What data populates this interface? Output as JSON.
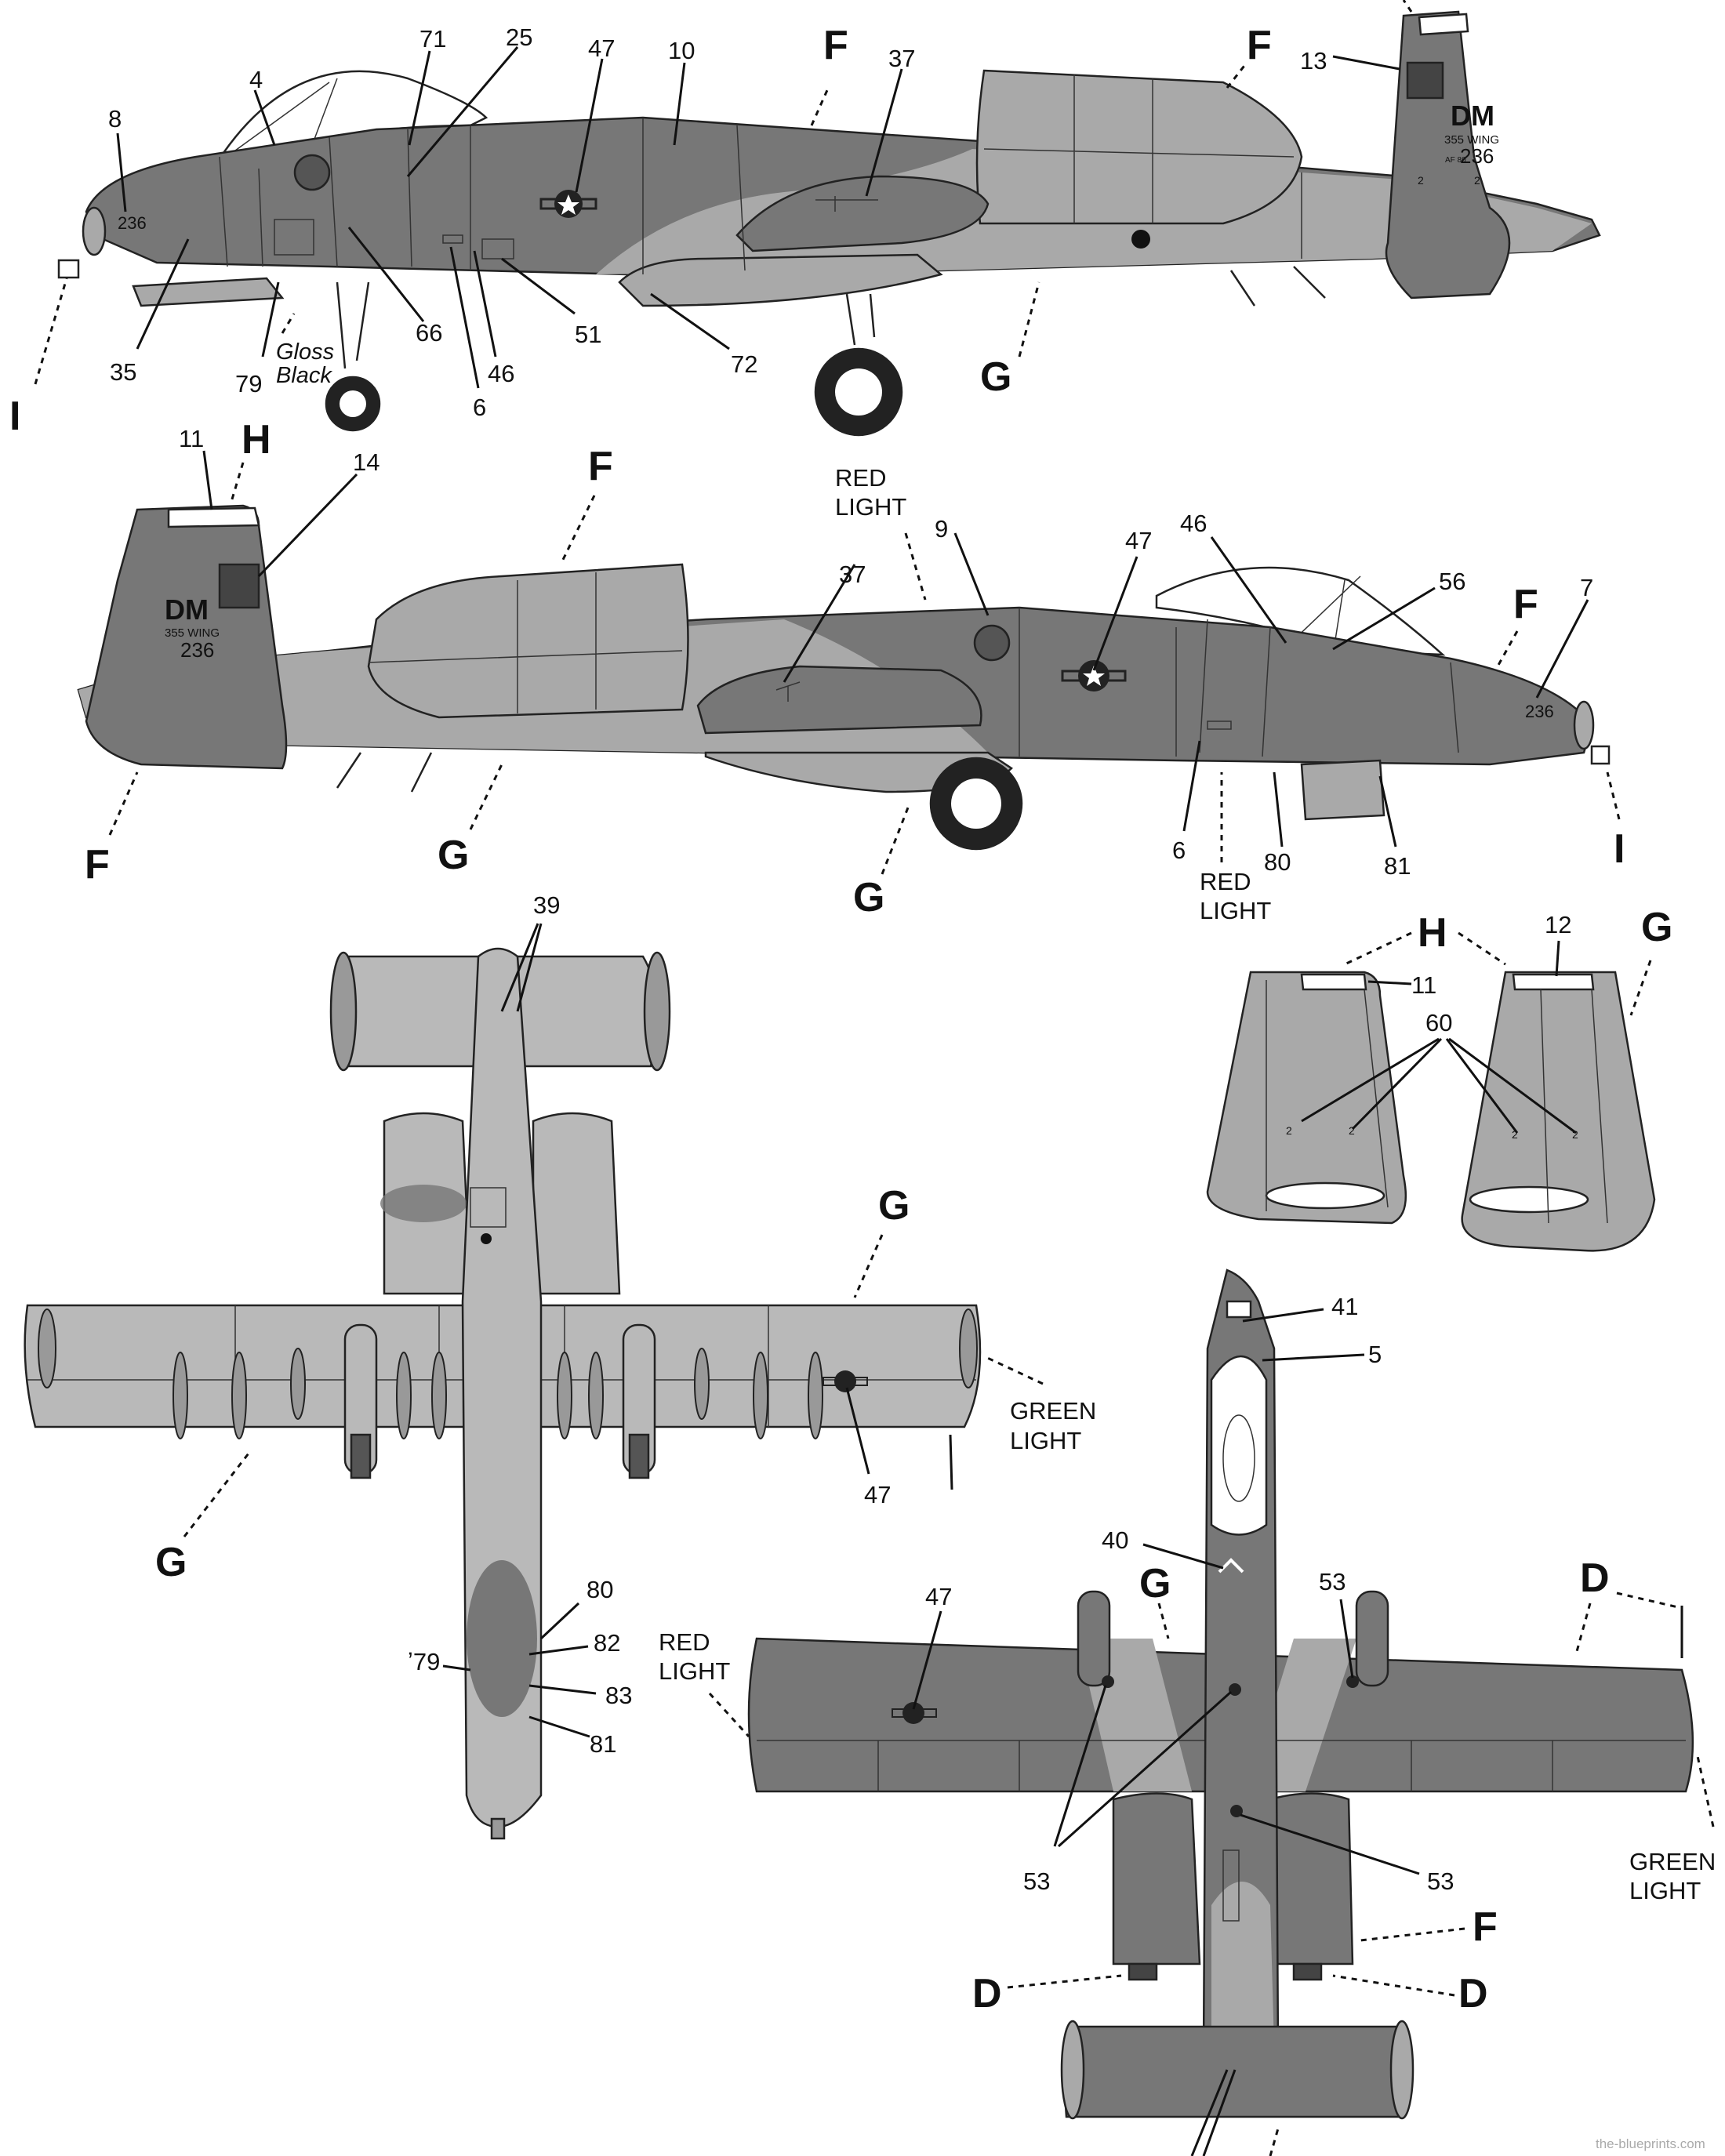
{
  "colors": {
    "dark_gray": "#777777",
    "light_gray": "#a9a9a9",
    "under_gray": "#b9b9b9",
    "ink": "#111111"
  },
  "callouts": {
    "n4": "4",
    "n8": "8",
    "n71": "71",
    "n25": "25",
    "n47": "47",
    "n10": "10",
    "n37": "37",
    "n13": "13",
    "n35": "35",
    "n79": "79",
    "n66": "66",
    "n6": "6",
    "n46": "46",
    "n51": "51",
    "n72": "72",
    "n11": "11",
    "n14": "14",
    "n9": "9",
    "n56": "56",
    "n7": "7",
    "n80": "80",
    "n81": "81",
    "n39": "39",
    "n12": "12",
    "n60": "60",
    "n41": "41",
    "n5": "5",
    "n40": "40",
    "n53": "53",
    "n82": "82",
    "n83": "83",
    "n79b": "ʼ79"
  },
  "letters": {
    "F": "F",
    "G": "G",
    "H": "H",
    "I": "I",
    "D": "D"
  },
  "labels": {
    "gloss": "Gloss",
    "black": "Black",
    "red": "RED",
    "green": "GREEN",
    "light": "LIGHT"
  },
  "markings": {
    "tail_code": "DM",
    "wing": "355 WING",
    "serial": "236",
    "small_2": "2",
    "af_block": "AF 80"
  },
  "credit": "the-blueprints.com"
}
